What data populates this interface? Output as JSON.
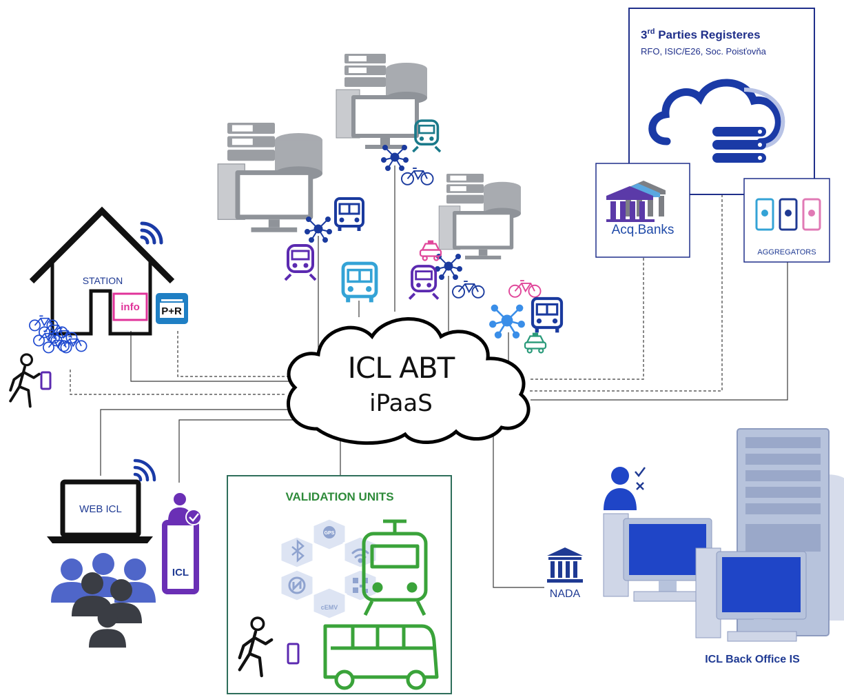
{
  "hub": {
    "line1": "ICL ABT",
    "line2": "iPaaS"
  },
  "third_parties": {
    "title_prefix": "3",
    "title_sup": "rd",
    "title_rest": " Parties Registeres",
    "subtitle": "RFO, ISIC/E26, Soc. Poisťovňa"
  },
  "acq_banks": {
    "label": "Acq.Banks"
  },
  "aggregators": {
    "label": "AGGREGATORS"
  },
  "station": {
    "label": "STATION",
    "info_label": "info",
    "pr_label": "P+R"
  },
  "web_icl": {
    "label": "WEB ICL"
  },
  "mobile_app": {
    "label": "ICL"
  },
  "validation_units": {
    "title": "VALIDATION UNITS",
    "hex_labels": {
      "gps": "GPS",
      "cemv": "cEMV"
    }
  },
  "nada": {
    "label": "NADA"
  },
  "back_office": {
    "label": "ICL Back Office IS"
  },
  "colors": {
    "navy": "#1f3a93",
    "bank_purple": "#5b4bb5",
    "validation_green": "#2e8b3a",
    "info_pink": "#e0339a",
    "pr_blue": "#1f7fc4",
    "server_grey": "#8f9399",
    "back_office_blue": "#b7c3dc",
    "screen_blue": "#1f45c7",
    "app_purple": "#6a2fb5"
  }
}
